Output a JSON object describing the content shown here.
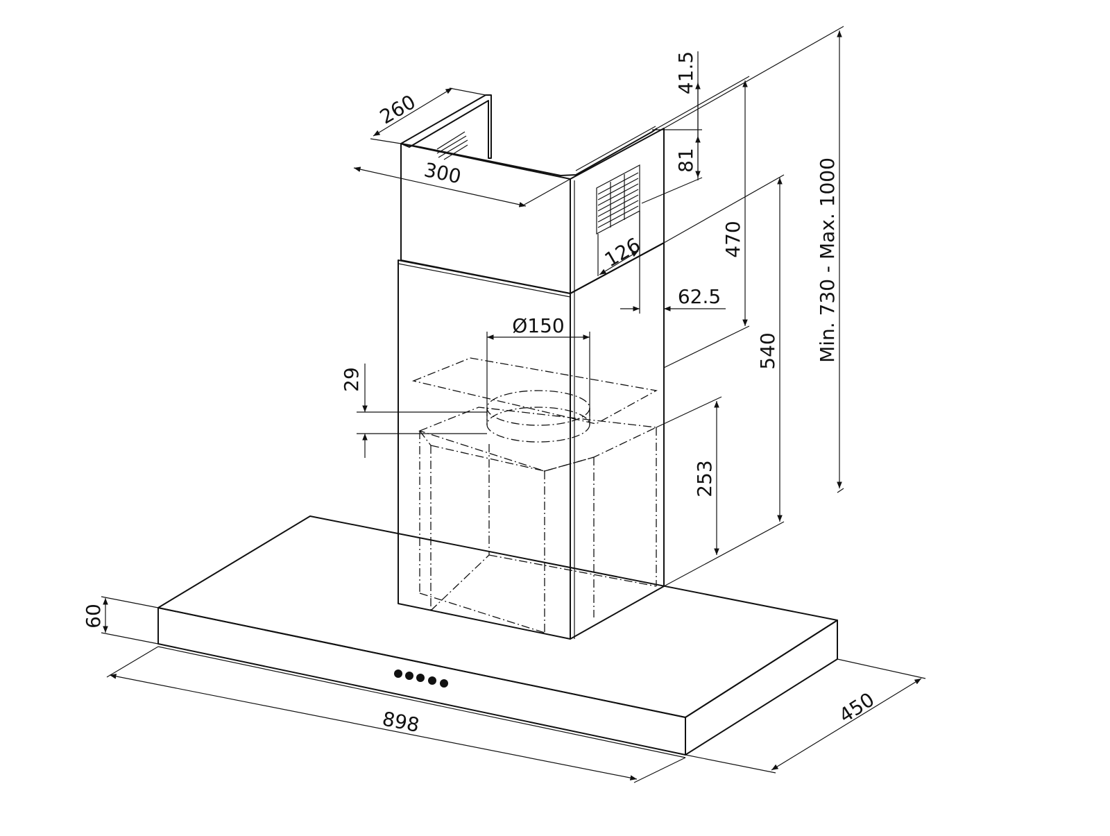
{
  "diagram": {
    "dimensions": {
      "width_top": "260",
      "depth_top": "300",
      "gap_top": "41.5",
      "vent_height": "81",
      "vent_width": "126",
      "chimney_upper": "470",
      "offset_side": "62.5",
      "duct_diameter": "Ø150",
      "chimney_lower": "540",
      "range": "Min.  730  -  Max.  1000",
      "outlet_offset": "29",
      "motor_height": "253",
      "canopy_height": "60",
      "canopy_width": "898",
      "canopy_depth": "450"
    },
    "controls": {
      "button_count": 5
    }
  }
}
